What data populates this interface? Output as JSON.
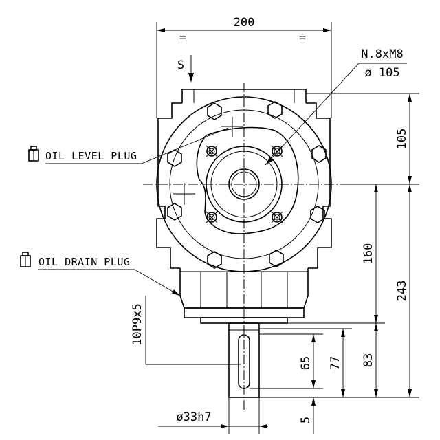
{
  "dimensions": {
    "width_overall": "200",
    "equal_left": "=",
    "equal_right": "=",
    "bolt_spec": "N.8xM8",
    "bolt_circle": "ø 105",
    "height_upper": "105",
    "height_mid": "160",
    "height_total": "243",
    "shaft_length": "83",
    "key_span": "77",
    "key_length": "65",
    "key_offset": "5",
    "shaft_diameter": "ø33h7",
    "key_spec": "10P9x5"
  },
  "view": {
    "direction_mark": "S"
  },
  "labels": {
    "oil_level_plug": "OIL LEVEL PLUG",
    "oil_drain_plug": "OIL DRAIN PLUG"
  },
  "colors": {
    "line": "#000000",
    "background": "#ffffff"
  }
}
